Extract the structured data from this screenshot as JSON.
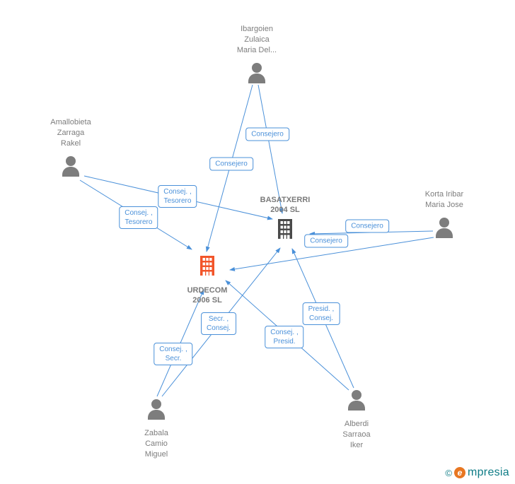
{
  "meta": {
    "type": "corporate-relationship-graph",
    "colors": {
      "edge": "#4a90d9",
      "person": "#7d7d7d",
      "company_dark": "#4a4a4a",
      "company_orange": "#f2552a",
      "watermark_teal": "#0e7c86",
      "watermark_orange": "#e87722"
    }
  },
  "persons": {
    "ibargoien": {
      "name": "Ibargoien\nZulaica\nMaria Del..."
    },
    "amallobieta": {
      "name": "Amallobieta\nZarraga\nRakel"
    },
    "korta": {
      "name": "Korta Iribar\nMaria Jose"
    },
    "zabala": {
      "name": "Zabala\nCamio\nMiguel"
    },
    "alberdi": {
      "name": "Alberdi\nSarraoa\nIker"
    }
  },
  "companies": {
    "basatxerri": {
      "name": "BASATXERRI\n2004 SL"
    },
    "urdecom": {
      "name": "URDECOM\n2006 SL"
    }
  },
  "relationships": [
    {
      "from": "Ibargoien Zulaica Maria Del...",
      "to": "BASATXERRI 2004 SL",
      "role": "Consejero"
    },
    {
      "from": "Ibargoien Zulaica Maria Del...",
      "to": "URDECOM 2006 SL",
      "role": "Consejero"
    },
    {
      "from": "Amallobieta Zarraga Rakel",
      "to": "BASATXERRI 2004 SL",
      "role": "Consej. ,\nTesorero"
    },
    {
      "from": "Amallobieta Zarraga Rakel",
      "to": "URDECOM 2006 SL",
      "role": "Consej. ,\nTesorero"
    },
    {
      "from": "Korta Iribar Maria Jose",
      "to": "BASATXERRI 2004 SL",
      "role": "Consejero"
    },
    {
      "from": "Korta Iribar Maria Jose",
      "to": "URDECOM 2006 SL",
      "role": "Consejero"
    },
    {
      "from": "Alberdi Sarraoa Iker",
      "to": "BASATXERRI 2004 SL",
      "role": "Presid. ,\nConsej."
    },
    {
      "from": "Alberdi Sarraoa Iker",
      "to": "URDECOM 2006 SL",
      "role": "Consej. ,\nPresid."
    },
    {
      "from": "Zabala Camio Miguel",
      "to": "BASATXERRI 2004 SL",
      "role": "Secr. ,\nConsej."
    },
    {
      "from": "Zabala Camio Miguel",
      "to": "URDECOM 2006 SL",
      "role": "Consej. ,\nSecr."
    }
  ],
  "watermark": {
    "copyright": "©",
    "logo_letter": "e",
    "brand": "mpresia"
  }
}
